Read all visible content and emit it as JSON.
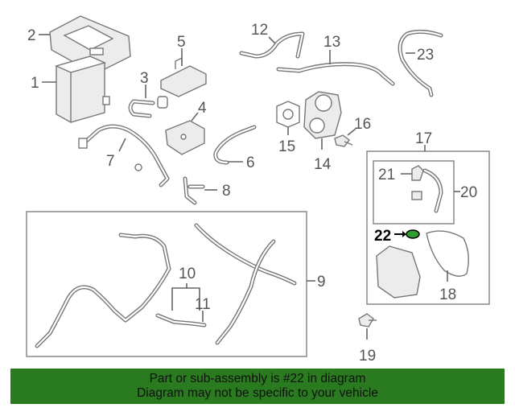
{
  "labels": {
    "p1": "1",
    "p2": "2",
    "p3": "3",
    "p4": "4",
    "p5": "5",
    "p6": "6",
    "p7": "7",
    "p8": "8",
    "p9": "9",
    "p10": "10",
    "p11": "11",
    "p12": "12",
    "p13": "13",
    "p14": "14",
    "p15": "15",
    "p16": "16",
    "p17": "17",
    "p18": "18",
    "p19": "19",
    "p20": "20",
    "p21": "21",
    "p22": "22",
    "p23": "23"
  },
  "highlight_color": "#2e9e2e",
  "banner": {
    "line1": "Part or sub-assembly is #22 in diagram",
    "line2": "Diagram may not be specific to your vehicle",
    "color": "#2a7a1f"
  }
}
